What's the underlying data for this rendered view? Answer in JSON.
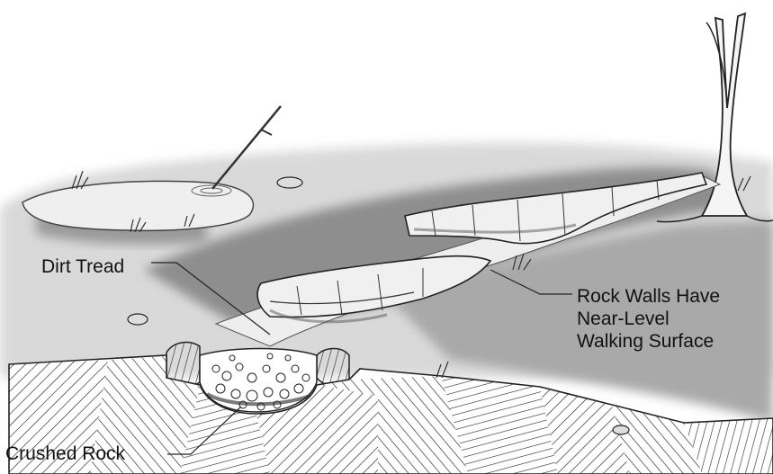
{
  "labels": {
    "dirt_tread": "Dirt Tread",
    "crushed_rock": "Crushed Rock",
    "rock_walls": [
      "Rock Walls Have",
      "Near-Level",
      "Walking Surface"
    ]
  }
}
